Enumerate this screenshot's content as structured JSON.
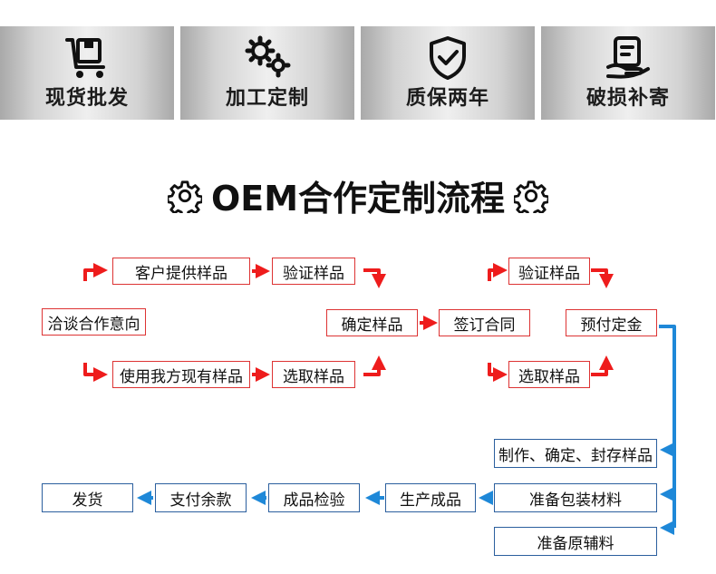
{
  "features": [
    {
      "label": "现货批发",
      "icon": "cart-box-icon"
    },
    {
      "label": "加工定制",
      "icon": "gears-icon"
    },
    {
      "label": "质保两年",
      "icon": "shield-check-icon"
    },
    {
      "label": "破损补寄",
      "icon": "hand-document-icon"
    }
  ],
  "title": "OEM合作定制流程",
  "flow": {
    "start": "洽谈合作意向",
    "upper_path": [
      "客户提供样品",
      "验证样品"
    ],
    "lower_path": [
      "使用我方现有样品",
      "选取样品"
    ],
    "confirm": "确定样品",
    "sign": "签订合同",
    "upper_path_2": "验证样品",
    "lower_path_2": "选取样品",
    "deposit": "预付定金",
    "production_steps": [
      "制作、确定、封存样品",
      "准备包装材料",
      "准备原辅料"
    ],
    "finish_steps": [
      "生产成品",
      "成品检验",
      "支付余款",
      "发货"
    ]
  },
  "colors": {
    "red_arrow": "#ee1c1c",
    "blue_arrow": "#1e88d8",
    "blue_border": "#2b5f9e",
    "red_border": "#dd3333"
  }
}
